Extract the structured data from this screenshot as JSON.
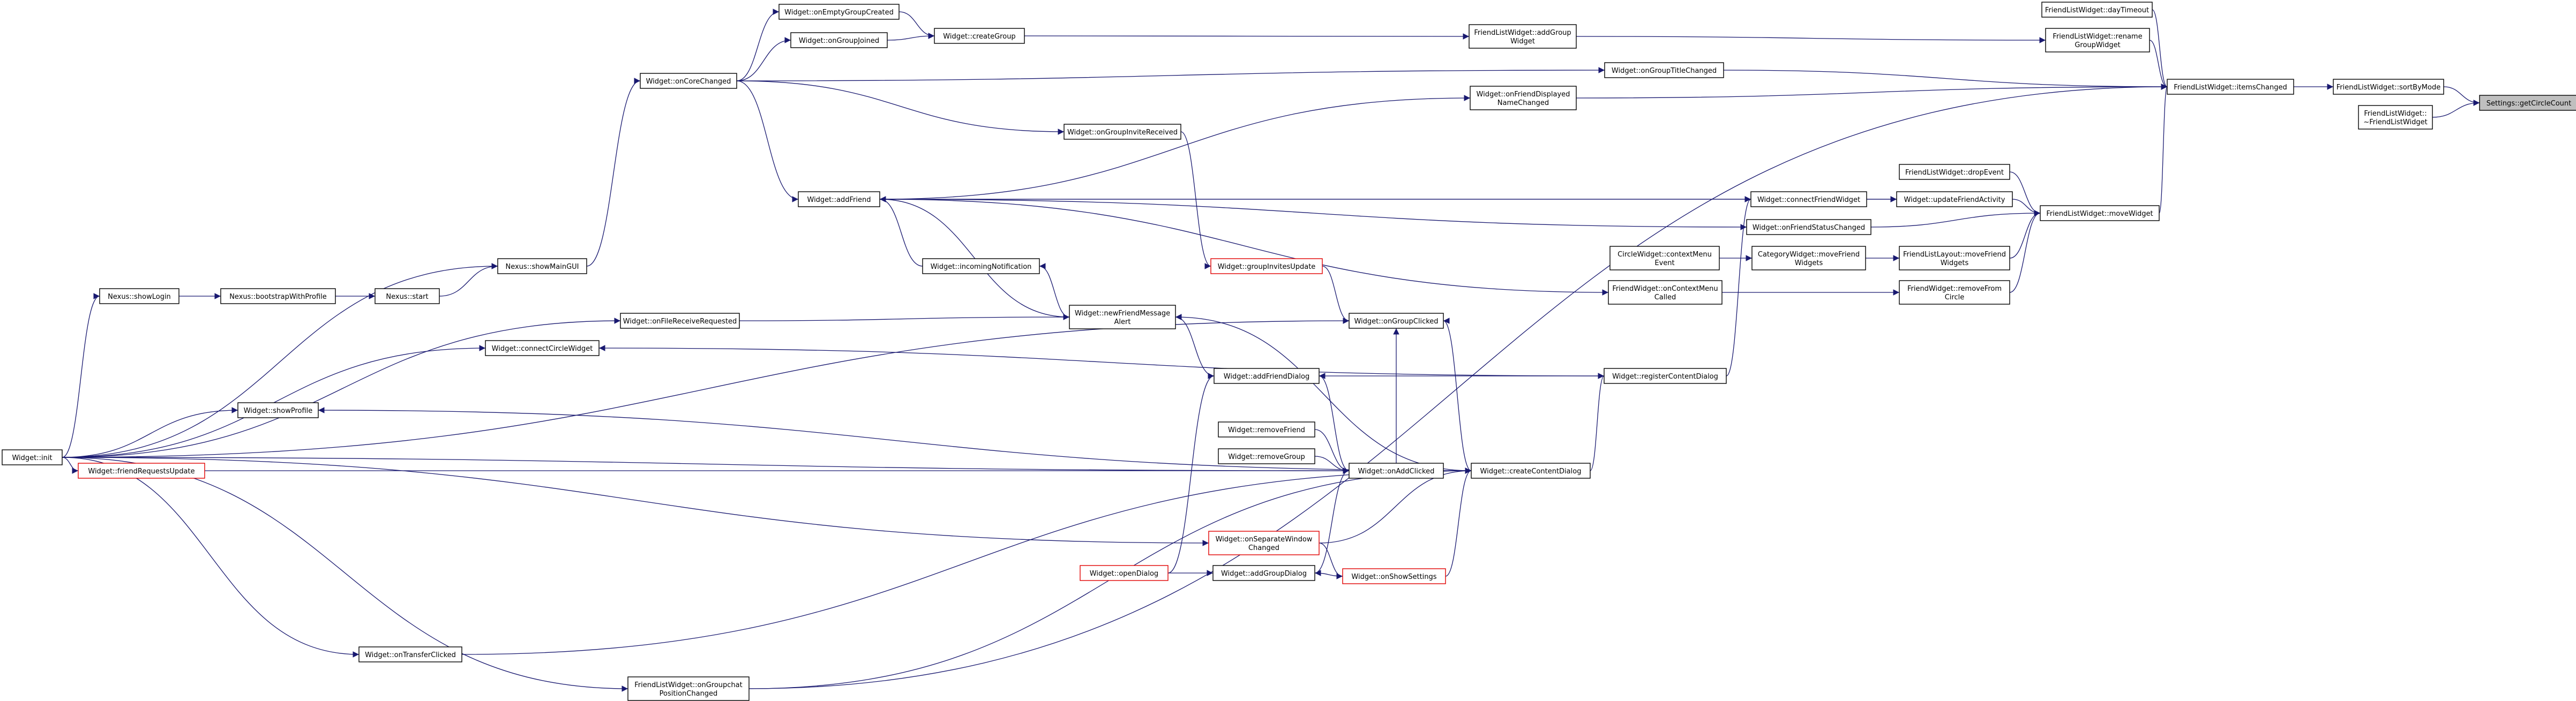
{
  "graph": {
    "title": "",
    "nodes": [
      {
        "id": "n_getCircleCount",
        "lines": [
          "Settings::getCircleCount"
        ],
        "style": "target"
      },
      {
        "id": "n_sortByMode",
        "lines": [
          "FriendListWidget::sortByMode"
        ],
        "style": "normal"
      },
      {
        "id": "n_dtor",
        "lines": [
          "FriendListWidget::",
          "~FriendListWidget"
        ],
        "style": "normal"
      },
      {
        "id": "n_dayTimeout",
        "lines": [
          "FriendListWidget::dayTimeout"
        ],
        "style": "normal"
      },
      {
        "id": "n_itemsChanged",
        "lines": [
          "FriendListWidget::itemsChanged"
        ],
        "style": "normal"
      },
      {
        "id": "n_renameGroupWidget",
        "lines": [
          "FriendListWidget::rename",
          "GroupWidget"
        ],
        "style": "normal"
      },
      {
        "id": "n_addGroupWidget",
        "lines": [
          "FriendListWidget::addGroup",
          "Widget"
        ],
        "style": "normal"
      },
      {
        "id": "n_onGroupTitleChanged",
        "lines": [
          "Widget::onGroupTitleChanged"
        ],
        "style": "normal"
      },
      {
        "id": "n_onFriendDisplayedNameChanged",
        "lines": [
          "Widget::onFriendDisplayed",
          "NameChanged"
        ],
        "style": "normal"
      },
      {
        "id": "n_onEmptyGroupCreated",
        "lines": [
          "Widget::onEmptyGroupCreated"
        ],
        "style": "normal"
      },
      {
        "id": "n_onGroupJoined",
        "lines": [
          "Widget::onGroupJoined"
        ],
        "style": "normal"
      },
      {
        "id": "n_createGroup",
        "lines": [
          "Widget::createGroup"
        ],
        "style": "normal"
      },
      {
        "id": "n_onCoreChanged",
        "lines": [
          "Widget::onCoreChanged"
        ],
        "style": "normal"
      },
      {
        "id": "n_onGroupInviteReceived",
        "lines": [
          "Widget::onGroupInviteReceived"
        ],
        "style": "normal"
      },
      {
        "id": "n_addFriend",
        "lines": [
          "Widget::addFriend"
        ],
        "style": "normal"
      },
      {
        "id": "n_connectFriendWidget",
        "lines": [
          "Widget::connectFriendWidget"
        ],
        "style": "normal"
      },
      {
        "id": "n_onFriendStatusChanged",
        "lines": [
          "Widget::onFriendStatusChanged"
        ],
        "style": "normal"
      },
      {
        "id": "n_dropEvent",
        "lines": [
          "FriendListWidget::dropEvent"
        ],
        "style": "normal"
      },
      {
        "id": "n_updateFriendActivity",
        "lines": [
          "Widget::updateFriendActivity"
        ],
        "style": "normal"
      },
      {
        "id": "n_moveWidget",
        "lines": [
          "FriendListWidget::moveWidget"
        ],
        "style": "normal"
      },
      {
        "id": "n_contextMenuEvent",
        "lines": [
          "CircleWidget::contextMenu",
          "Event"
        ],
        "style": "normal"
      },
      {
        "id": "n_moveFriendWidgets",
        "lines": [
          "CategoryWidget::moveFriend",
          "Widgets"
        ],
        "style": "normal"
      },
      {
        "id": "n_layoutMoveFriendWidgets",
        "lines": [
          "FriendListLayout::moveFriend",
          "Widgets"
        ],
        "style": "normal"
      },
      {
        "id": "n_onContextMenuCalled",
        "lines": [
          "FriendWidget::onContextMenu",
          "Called"
        ],
        "style": "normal"
      },
      {
        "id": "n_removeFromCircle",
        "lines": [
          "FriendWidget::removeFrom",
          "Circle"
        ],
        "style": "normal"
      },
      {
        "id": "n_showMainGUI",
        "lines": [
          "Nexus::showMainGUI"
        ],
        "style": "normal"
      },
      {
        "id": "n_incomingNotification",
        "lines": [
          "Widget::incomingNotification"
        ],
        "style": "normal"
      },
      {
        "id": "n_groupInvitesUpdate",
        "lines": [
          "Widget::groupInvitesUpdate"
        ],
        "style": "red"
      },
      {
        "id": "n_showLogin",
        "lines": [
          "Nexus::showLogin"
        ],
        "style": "normal"
      },
      {
        "id": "n_bootstrapWithProfile",
        "lines": [
          "Nexus::bootstrapWithProfile"
        ],
        "style": "normal"
      },
      {
        "id": "n_start",
        "lines": [
          "Nexus::start"
        ],
        "style": "normal"
      },
      {
        "id": "n_onFileReceiveRequested",
        "lines": [
          "Widget::onFileReceiveRequested"
        ],
        "style": "normal"
      },
      {
        "id": "n_newFriendMessageAlert",
        "lines": [
          "Widget::newFriendMessage",
          "Alert"
        ],
        "style": "normal"
      },
      {
        "id": "n_onGroupClicked",
        "lines": [
          "Widget::onGroupClicked"
        ],
        "style": "normal"
      },
      {
        "id": "n_connectCircleWidget",
        "lines": [
          "Widget::connectCircleWidget"
        ],
        "style": "normal"
      },
      {
        "id": "n_addFriendDialog",
        "lines": [
          "Widget::addFriendDialog"
        ],
        "style": "normal"
      },
      {
        "id": "n_registerContentDialog",
        "lines": [
          "Widget::registerContentDialog"
        ],
        "style": "normal"
      },
      {
        "id": "n_showProfile",
        "lines": [
          "Widget::showProfile"
        ],
        "style": "normal"
      },
      {
        "id": "n_removeFriend",
        "lines": [
          "Widget::removeFriend"
        ],
        "style": "normal"
      },
      {
        "id": "n_init",
        "lines": [
          "Widget::init"
        ],
        "style": "normal"
      },
      {
        "id": "n_removeGroup",
        "lines": [
          "Widget::removeGroup"
        ],
        "style": "normal"
      },
      {
        "id": "n_friendRequestsUpdate",
        "lines": [
          "Widget::friendRequestsUpdate"
        ],
        "style": "red"
      },
      {
        "id": "n_onAddClicked",
        "lines": [
          "Widget::onAddClicked"
        ],
        "style": "normal"
      },
      {
        "id": "n_createContentDialog",
        "lines": [
          "Widget::createContentDialog"
        ],
        "style": "normal"
      },
      {
        "id": "n_onSeparateWindowChanged",
        "lines": [
          "Widget::onSeparateWindow",
          "Changed"
        ],
        "style": "red"
      },
      {
        "id": "n_openDialog",
        "lines": [
          "Widget::openDialog"
        ],
        "style": "red"
      },
      {
        "id": "n_addGroupDialog",
        "lines": [
          "Widget::addGroupDialog"
        ],
        "style": "normal"
      },
      {
        "id": "n_onShowSettings",
        "lines": [
          "Widget::onShowSettings"
        ],
        "style": "red"
      },
      {
        "id": "n_onTransferClicked",
        "lines": [
          "Widget::onTransferClicked"
        ],
        "style": "normal"
      },
      {
        "id": "n_onGroupchatPositionChanged",
        "lines": [
          "FriendListWidget::onGroupchat",
          "PositionChanged"
        ],
        "style": "normal"
      }
    ]
  }
}
